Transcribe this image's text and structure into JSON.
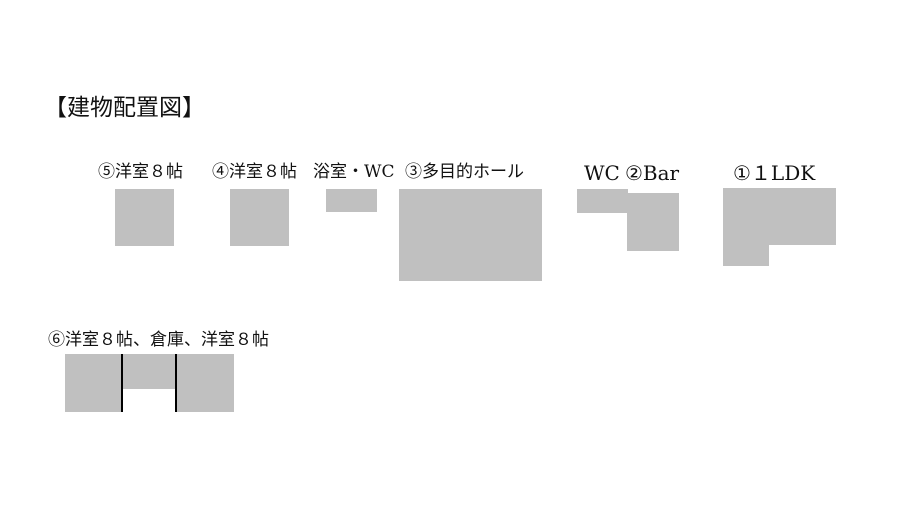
{
  "title": "【建物配置図】",
  "rooms": {
    "r5": "⑤洋室８帖",
    "r4": "④洋室８帖",
    "bath": "浴室・WC",
    "r3": "③多目的ホール",
    "wc": "WC",
    "r2": "②Bar",
    "r1": "①１LDK",
    "r6": "⑥洋室８帖、倉庫、洋室８帖"
  },
  "colors": {
    "block": "#c0c0c0",
    "wall": "#000000",
    "text": "#111111"
  }
}
